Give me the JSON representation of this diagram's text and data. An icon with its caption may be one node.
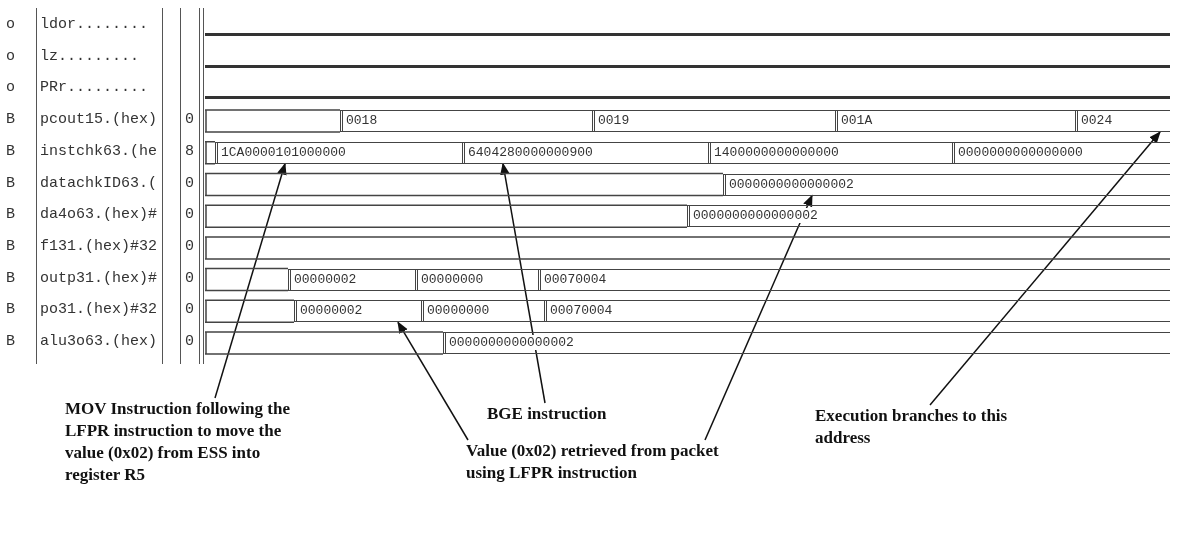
{
  "diagram": {
    "nodes": [
      {
        "text": [
          "MOV Instruction following the LFPR instruction to move the value (0x02) from ESS into register R5"
        ]
      },
      {
        "text": [
          "BGE instruction"
        ]
      },
      {
        "text": [
          "Value (0x02) retrieved from packet using LFPR instruction"
        ]
      },
      {
        "text": [
          "Execution branches to this address"
        ]
      },
      {
        "text": [
          "1CA0000101000000"
        ]
      },
      {
        "text": [
          "6404280000000900"
        ]
      },
      {
        "text": [
          "00000002"
        ]
      },
      {
        "text": [
          "0000000000000002"
        ]
      },
      {
        "text": [
          "0024"
        ]
      }
    ],
    "edges": [
      {
        "from": 0,
        "to": 4,
        "arrow": "to"
      },
      {
        "from": 1,
        "to": 5,
        "arrow": "to"
      },
      {
        "from": 2,
        "to": 6,
        "arrow": "to"
      },
      {
        "from": 2,
        "to": 7,
        "arrow": "to"
      },
      {
        "from": 3,
        "to": 8,
        "arrow": "to"
      }
    ],
    "labels": [
      "o",
      "ldor........",
      "o",
      "lz.........",
      "o",
      "PRr.........",
      "B",
      "pcout15.(hex)",
      "0",
      "0018",
      "0019",
      "001A",
      "B",
      "instchk63.(he",
      "8",
      "1400000000000000",
      "0000000000000000",
      "B",
      "datachkID63.(",
      "0",
      "B",
      "da4o63.(hex)#",
      "0",
      "0000000000000002",
      "B",
      "f131.(hex)#32",
      "0",
      "B",
      "outp31.(hex)#",
      "0",
      "00000002",
      "00000000",
      "00070004",
      "B",
      "po31.(hex)#32",
      "0",
      "00000000",
      "00070004",
      "B",
      "alu3o63.(hex)",
      "0",
      "0000000000000002"
    ]
  }
}
